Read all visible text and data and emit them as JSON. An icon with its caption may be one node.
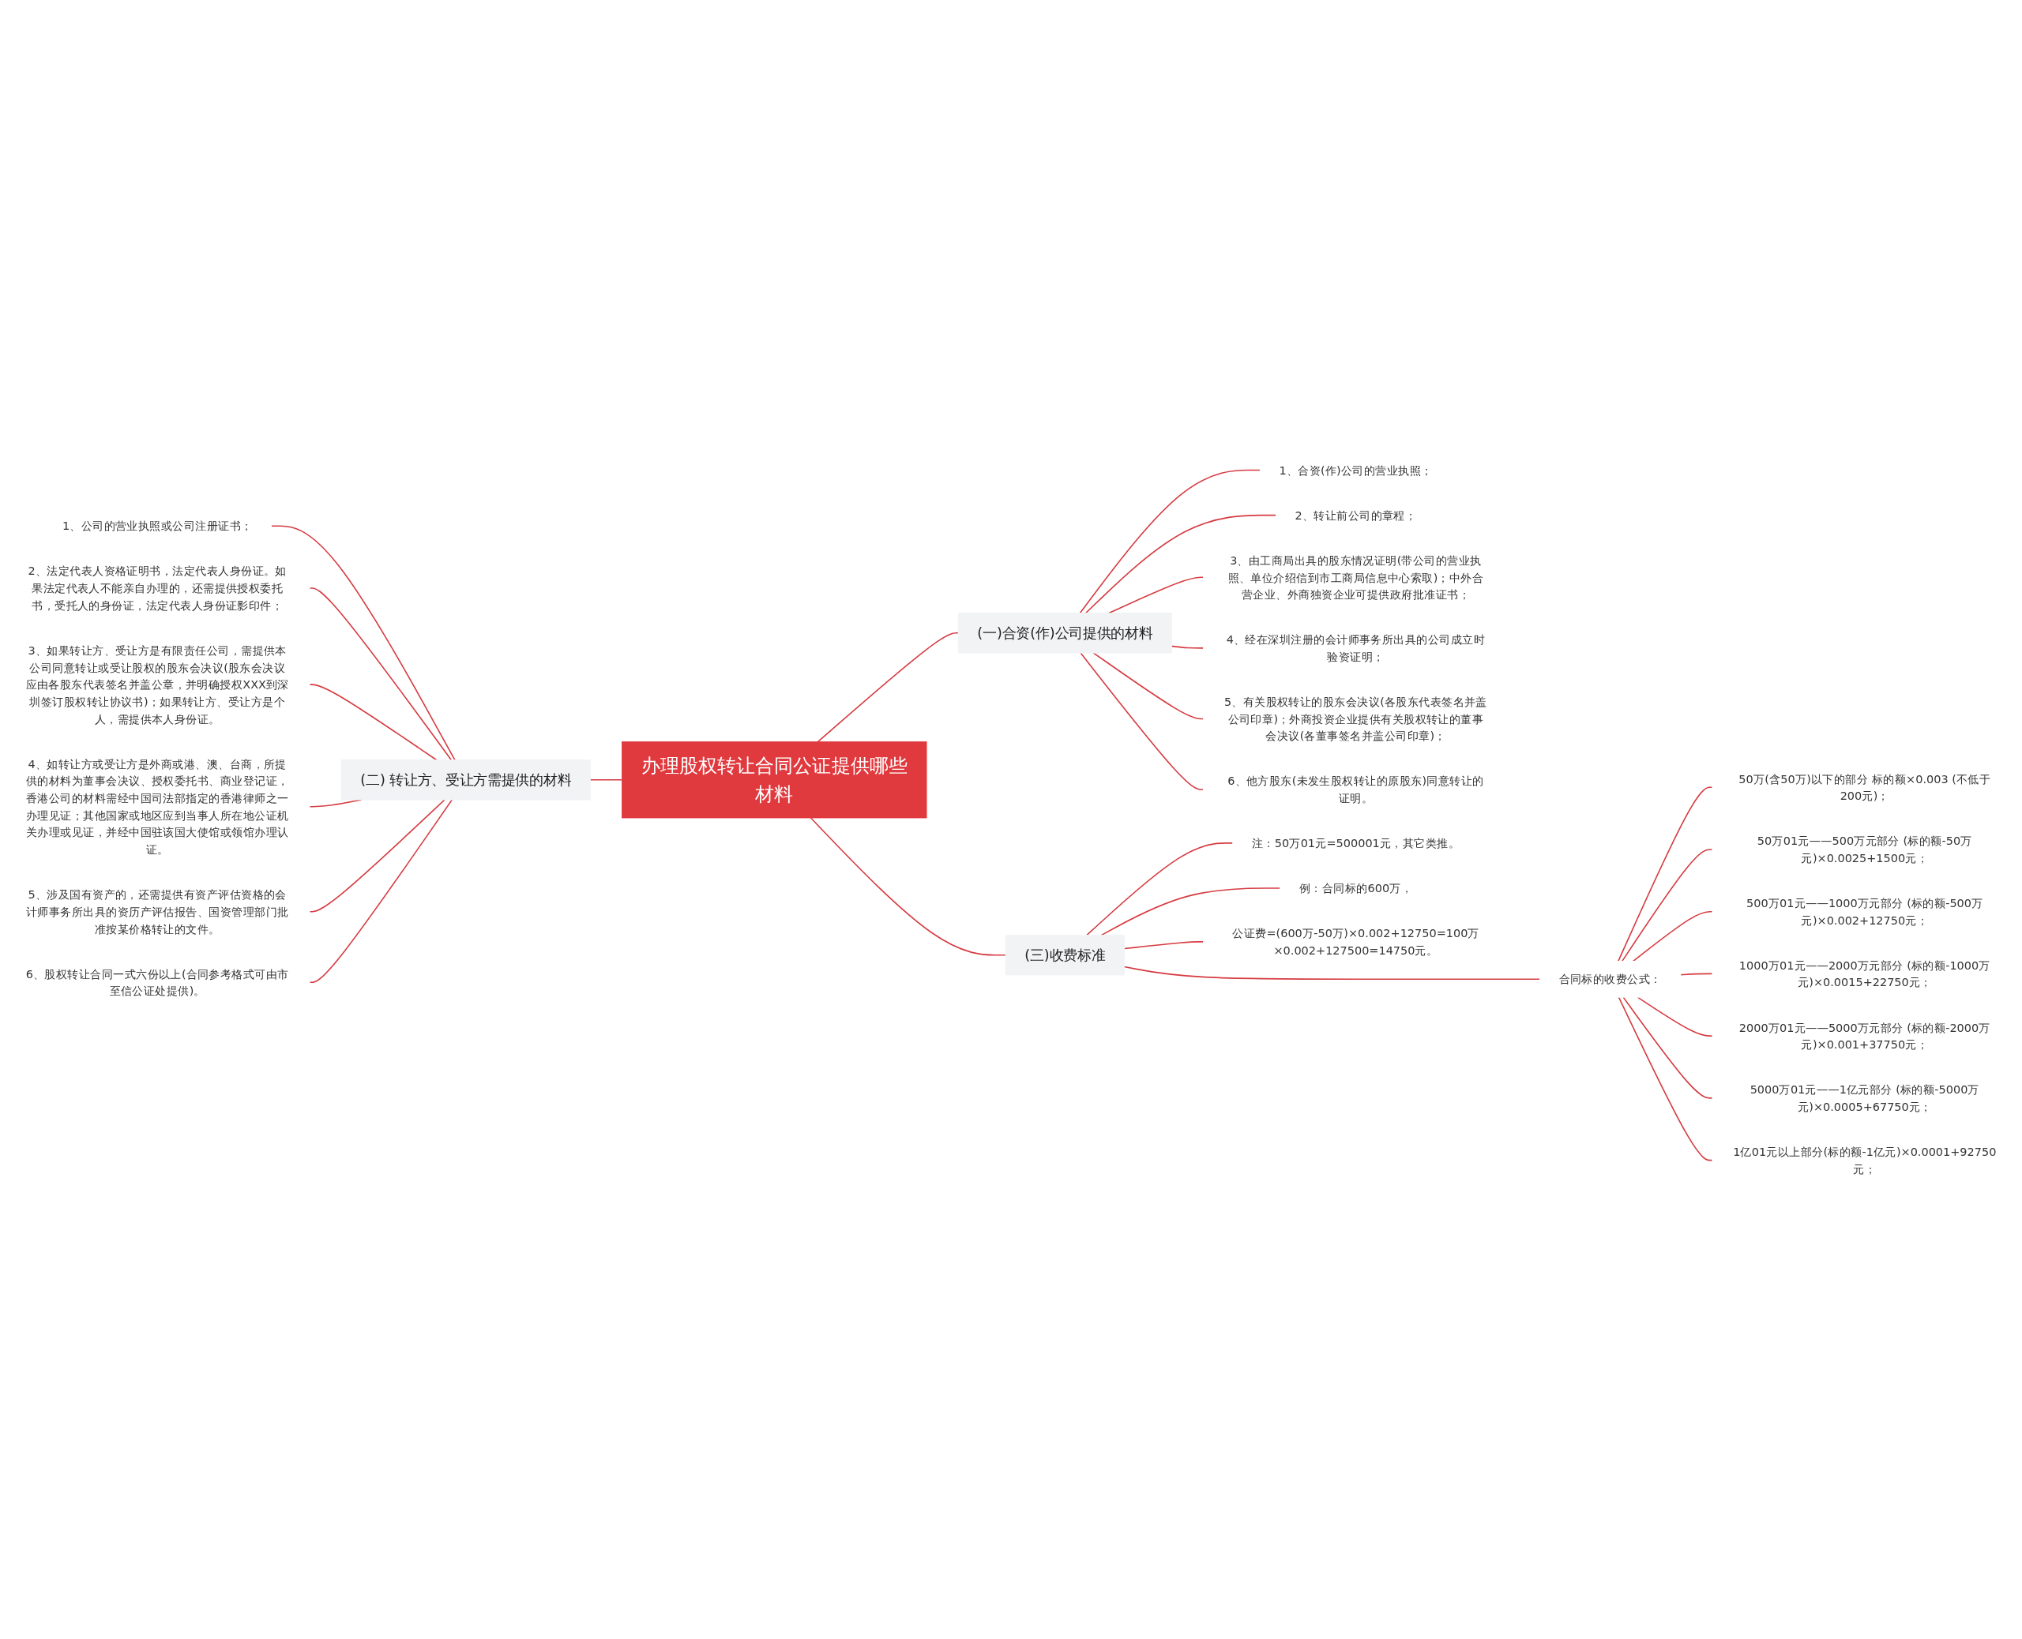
{
  "diagram": {
    "nodes": [
      {
        "text": [
          "办理股权转让合同公证提供哪些材料"
        ]
      },
      {
        "text": [
          "(一)合资(作)公司提供的材料"
        ]
      },
      {
        "text": [
          "1、合资(作)公司的营业执照；"
        ]
      },
      {
        "text": [
          "2、转让前公司的章程；"
        ]
      },
      {
        "text": [
          "3、由工商局出具的股东情况证明(带公司的营业执照、单位介绍信到市工商局信息中心索取)；中外合营企业、外商独资企业可提供政府批准证书；"
        ]
      },
      {
        "text": [
          "4、经在深圳注册的会计师事务所出具的公司成立时验资证明；"
        ]
      },
      {
        "text": [
          "5、有关股权转让的股东会决议(各股东代表签名并盖公司印章)；外商投资企业提供有关股权转让的董事会决议(各董事签名并盖公司印章)；"
        ]
      },
      {
        "text": [
          "6、他方股东(未发生股权转让的原股东)同意转让的证明。"
        ]
      },
      {
        "text": [
          "(二) 转让方、受让方需提供的材料"
        ]
      },
      {
        "text": [
          "1、公司的营业执照或公司注册证书；"
        ]
      },
      {
        "text": [
          "2、法定代表人资格证明书，法定代表人身份证。如果法定代表人不能亲自办理的，还需提供授权委托书，受托人的身份证，法定代表人身份证影印件；"
        ]
      },
      {
        "text": [
          "3、如果转让方、受让方是有限责任公司，需提供本公司同意转让或受让股权的股东会决议(股东会决议应由各股东代表签名并盖公章，并明确授权XXX到深圳签订股权转让协议书)；如果转让方、受让方是个人，需提供本人身份证。"
        ]
      },
      {
        "text": [
          "4、如转让方或受让方是外商或港、澳、台商，所提供的材料为董事会决议、授权委托书、商业登记证，香港公司的材料需经中国司法部指定的香港律师之一办理见证；其他国家或地区应到当事人所在地公证机关办理或见证，并经中国驻该国大使馆或领馆办理认证。"
        ]
      },
      {
        "text": [
          "5、涉及国有资产的，还需提供有资产评估资格的会计师事务所出具的资历产评估报告、国资管理部门批准按某价格转让的文件。"
        ]
      },
      {
        "text": [
          "6、股权转让合同一式六份以上(合同参考格式可由市至信公证处提供)。"
        ]
      },
      {
        "text": [
          "(三)收费标准"
        ]
      },
      {
        "text": [
          "合同标的收费公式："
        ]
      },
      {
        "text": [
          "50万(含50万)以下的部分 标的额×0.003 (不低于200元)；"
        ]
      },
      {
        "text": [
          "50万01元——500万元部分 (标的额-50万元)×0.0025+1500元；"
        ]
      },
      {
        "text": [
          "500万01元——1000万元部分 (标的额-500万元)×0.002+12750元；"
        ]
      },
      {
        "text": [
          "1000万01元——2000万元部分 (标的额-1000万元)×0.0015+22750元；"
        ]
      },
      {
        "text": [
          "2000万01元——5000万元部分 (标的额-2000万元)×0.001+37750元；"
        ]
      },
      {
        "text": [
          "5000万01元——1亿元部分 (标的额-5000万元)×0.0005+67750元；"
        ]
      },
      {
        "text": [
          "1亿01元以上部分(标的额-1亿元)×0.0001+92750元；"
        ]
      },
      {
        "text": [
          "注：50万01元=500001元，其它类推。"
        ]
      },
      {
        "text": [
          "例：合同标的600万，"
        ]
      },
      {
        "text": [
          "公证费=(600万-50万)×0.002+12750=100万×0.002+127500=14750元。"
        ]
      }
    ],
    "edges": [
      {
        "from": 0,
        "to": 1,
        "arrow": "none"
      },
      {
        "from": 1,
        "to": 2,
        "arrow": "none"
      },
      {
        "from": 1,
        "to": 3,
        "arrow": "none"
      },
      {
        "from": 1,
        "to": 4,
        "arrow": "none"
      },
      {
        "from": 1,
        "to": 5,
        "arrow": "none"
      },
      {
        "from": 1,
        "to": 6,
        "arrow": "none"
      },
      {
        "from": 1,
        "to": 7,
        "arrow": "none"
      },
      {
        "from": 0,
        "to": 8,
        "arrow": "none"
      },
      {
        "from": 8,
        "to": 9,
        "arrow": "none"
      },
      {
        "from": 8,
        "to": 10,
        "arrow": "none"
      },
      {
        "from": 8,
        "to": 11,
        "arrow": "none"
      },
      {
        "from": 8,
        "to": 12,
        "arrow": "none"
      },
      {
        "from": 8,
        "to": 13,
        "arrow": "none"
      },
      {
        "from": 8,
        "to": 14,
        "arrow": "none"
      },
      {
        "from": 0,
        "to": 15,
        "arrow": "none"
      },
      {
        "from": 15,
        "to": 16,
        "arrow": "none"
      },
      {
        "from": 16,
        "to": 17,
        "arrow": "none"
      },
      {
        "from": 16,
        "to": 18,
        "arrow": "none"
      },
      {
        "from": 16,
        "to": 19,
        "arrow": "none"
      },
      {
        "from": 16,
        "to": 20,
        "arrow": "none"
      },
      {
        "from": 16,
        "to": 21,
        "arrow": "none"
      },
      {
        "from": 16,
        "to": 22,
        "arrow": "none"
      },
      {
        "from": 16,
        "to": 23,
        "arrow": "none"
      },
      {
        "from": 15,
        "to": 24,
        "arrow": "none"
      },
      {
        "from": 15,
        "to": 25,
        "arrow": "none"
      },
      {
        "from": 15,
        "to": 26,
        "arrow": "none"
      }
    ]
  }
}
